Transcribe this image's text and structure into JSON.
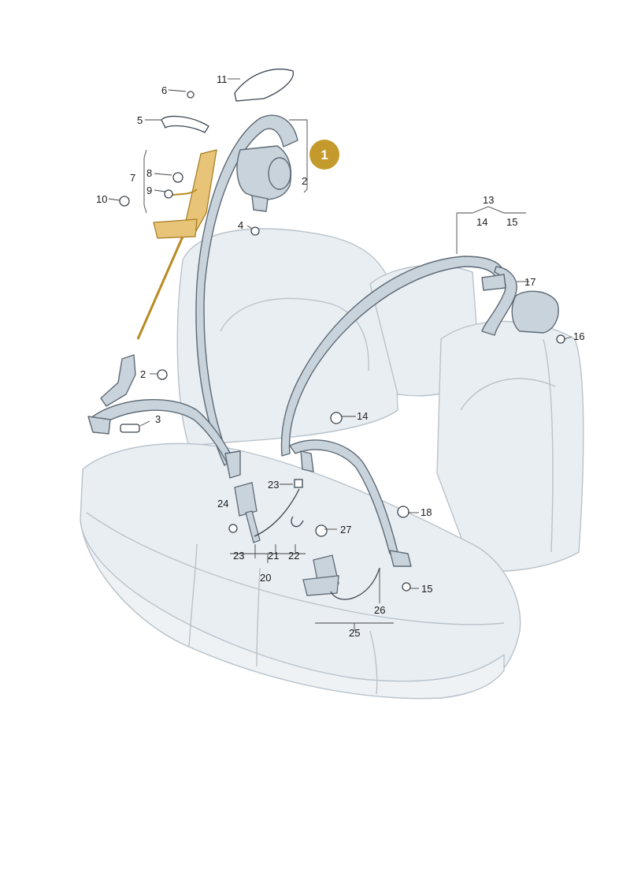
{
  "badge": {
    "text": "1",
    "color": "#c49a2c"
  },
  "colors": {
    "seat_fill": "#e9eef2",
    "seat_stroke": "#b9c3cb",
    "belt_fill": "#c9d3dc",
    "belt_stroke": "#5d6a75",
    "highlight": "#d9a52c"
  },
  "labels": {
    "l2a": "2",
    "l2b": "2",
    "l3": "3",
    "l4": "4",
    "l5": "5",
    "l6": "6",
    "l7": "7",
    "l8": "8",
    "l9": "9",
    "l10": "10",
    "l11": "11",
    "l13": "13",
    "l14a": "14",
    "l14b": "14",
    "l15a": "15",
    "l15b": "15",
    "l16": "16",
    "l17": "17",
    "l18": "18",
    "l20": "20",
    "l21": "21",
    "l22": "22",
    "l23a": "23",
    "l23b": "23",
    "l24": "24",
    "l25": "25",
    "l26": "26",
    "l27": "27"
  }
}
